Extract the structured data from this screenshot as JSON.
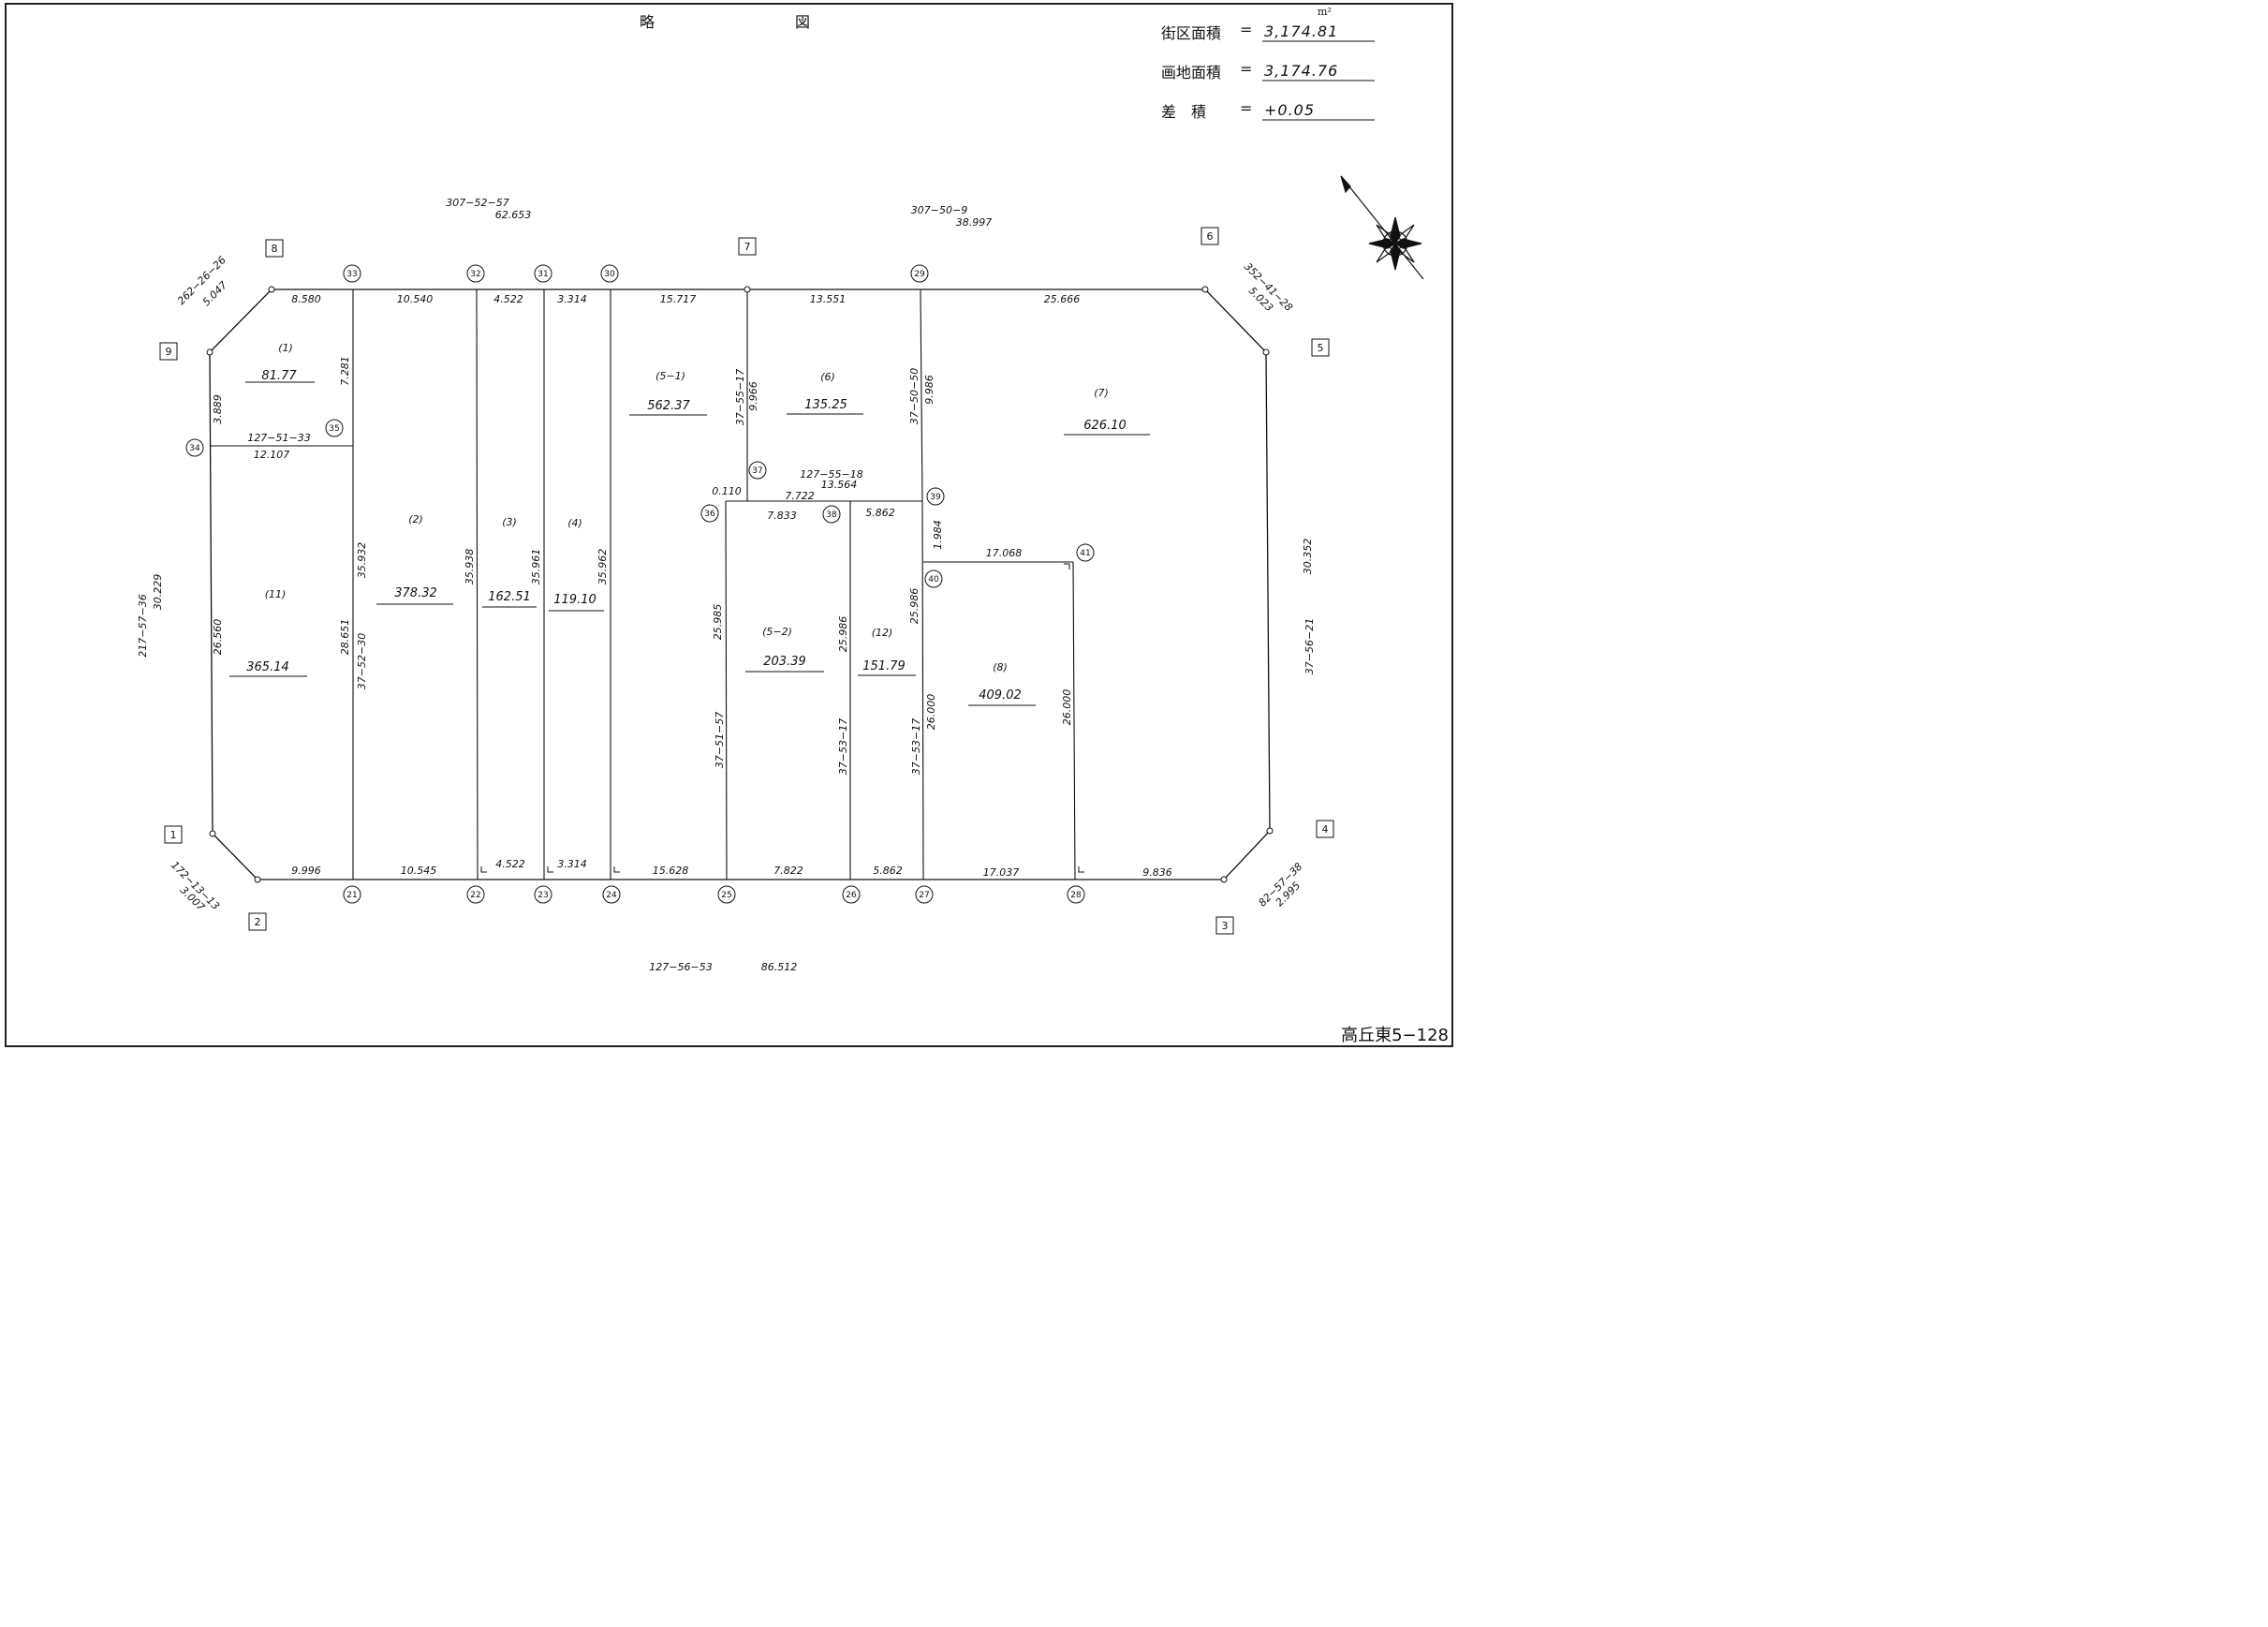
{
  "header": {
    "title_left": "略",
    "title_right": "図",
    "unit": "m²"
  },
  "areas": [
    {
      "label": "街区面積",
      "eq": "=",
      "value": "3,174.81"
    },
    {
      "label": "画地面積",
      "eq": "=",
      "value": "3,174.76"
    },
    {
      "label": "差　積",
      "eq": "=",
      "value": "+0.05"
    }
  ],
  "sheet_id": "高丘東5−128",
  "block_labels": [
    "1",
    "2",
    "3",
    "4",
    "5",
    "6",
    "7",
    "8",
    "9"
  ],
  "point_labels": [
    "21",
    "22",
    "23",
    "24",
    "25",
    "26",
    "27",
    "28",
    "29",
    "30",
    "31",
    "32",
    "33",
    "34",
    "35",
    "36",
    "37",
    "38",
    "39",
    "40",
    "41"
  ],
  "lots": [
    {
      "no": "(1)",
      "area": "81.77"
    },
    {
      "no": "(11)",
      "area": "365.14"
    },
    {
      "no": "(2)",
      "area": "378.32"
    },
    {
      "no": "(3)",
      "area": "162.51"
    },
    {
      "no": "(4)",
      "area": "119.10"
    },
    {
      "no": "(5−1)",
      "area": "562.37"
    },
    {
      "no": "(6)",
      "area": "135.25"
    },
    {
      "no": "(7)",
      "area": "626.10"
    },
    {
      "no": "(5−2)",
      "area": "203.39"
    },
    {
      "no": "(12)",
      "area": "151.79"
    },
    {
      "no": "(8)",
      "area": "409.02"
    }
  ],
  "dimensions": {
    "top": [
      "8.580",
      "10.540",
      "4.522",
      "3.314",
      "15.717",
      "13.551",
      "25.666"
    ],
    "bottom": [
      "9.996",
      "10.545",
      "4.522",
      "3.314",
      "15.628",
      "7.822",
      "5.862",
      "17.037",
      "9.836"
    ],
    "verticals": [
      "3.889",
      "7.281",
      "26.560",
      "28.651",
      "35.932",
      "35.938",
      "35.961",
      "35.962",
      "9.966",
      "9.986",
      "25.985",
      "25.986",
      "25.986",
      "1.984",
      "26.000",
      "26.000",
      "30.352"
    ],
    "inner": [
      "12.107",
      "0.110",
      "7.722",
      "7.833",
      "5.862",
      "17.068"
    ]
  },
  "bearings": {
    "top_left": "307−52−57",
    "top_left_dist": "62.653",
    "top_right": "307−50−9",
    "top_right_dist": "38.997",
    "bottom": "127−56−53",
    "bottom_dist": "86.512",
    "left": "217−57−36",
    "left_dist": "30.229",
    "right": "37−56−21",
    "corner_tl": "262−26−26",
    "corner_tl_dist": "5.047",
    "corner_tr": "352−41−28",
    "corner_tr_dist": "5.023",
    "corner_bl": "172−13−13",
    "corner_bl_dist": "3.007",
    "corner_br": "82−57−38",
    "corner_br_dist": "2.995",
    "line_34_35": "127−51−33",
    "line_37_39": "127−55−18",
    "line_37_39_dist": "13.564",
    "v_33": "37−52−30",
    "v_37": "37−55−17",
    "v_29": "37−50−50",
    "v_25": "37−51−57",
    "v_26": "37−53−17",
    "v_27": "37−53−17"
  }
}
